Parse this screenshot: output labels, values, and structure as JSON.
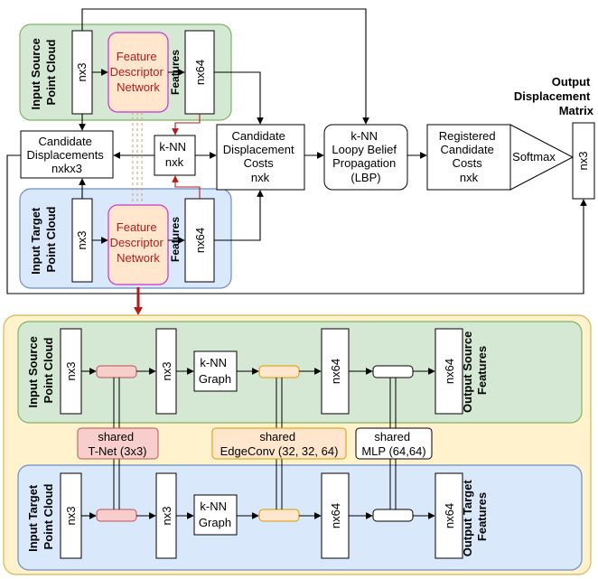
{
  "top": {
    "source_group_label": [
      "Input Source",
      "Point Cloud"
    ],
    "target_group_label": [
      "Input Target",
      "Point Cloud"
    ],
    "source_nx3": "nx3",
    "target_nx3": "nx3",
    "fdn_source": [
      "Feature",
      "Descriptor",
      "Network"
    ],
    "fdn_target": [
      "Feature",
      "Descriptor",
      "Network"
    ],
    "features_source": "Features",
    "features_target": "Features",
    "source_nx64": "nx64",
    "target_nx64": "nx64",
    "candidate_displacements": [
      "Candidate",
      "Displacements",
      "nxkx3"
    ],
    "knn_small": [
      "k-NN",
      "nxk"
    ],
    "costs": [
      "Candidate",
      "Displacement",
      "Costs",
      "nxk"
    ],
    "lbp": [
      "k-NN",
      "Loopy Belief",
      "Propagation",
      "(LBP)"
    ],
    "registered": [
      "Registered",
      "Candidate",
      "Costs",
      "nxk"
    ],
    "softmax": "Softmax",
    "output_title": [
      "Output",
      "Displacement",
      "Matrix"
    ],
    "output_nx3": "nx3"
  },
  "detail": {
    "source_label": [
      "Input Source",
      "Point Cloud"
    ],
    "target_label": [
      "Input Target",
      "Point Cloud"
    ],
    "output_source_label": [
      "Output Source",
      "Features"
    ],
    "output_target_label": [
      "Output Target",
      "Features"
    ],
    "nx3": "nx3",
    "nx64": "nx64",
    "knn_graph": [
      "k-NN",
      "Graph"
    ],
    "tnet": [
      "shared",
      "T-Net (3x3)"
    ],
    "edgeconv": [
      "shared",
      "EdgeConv (32, 32, 64)"
    ],
    "mlp": [
      "shared",
      "MLP (64,64)"
    ]
  },
  "colors": {
    "green_panel": "#d5e8d4",
    "green_border": "#82b366",
    "blue_panel": "#dae8fc",
    "blue_border": "#6c8ebf",
    "yellow_panel": "#fff2cc",
    "yellow_border": "#d6b656",
    "fdn_fill": "#ffe6cc",
    "fdn_border": "#cc33cc",
    "tnet_fill": "#f8cecc",
    "tnet_border": "#b85450",
    "edge_fill": "#ffe6cc",
    "edge_border": "#d79b00",
    "red_arrow": "#b31b1b"
  }
}
